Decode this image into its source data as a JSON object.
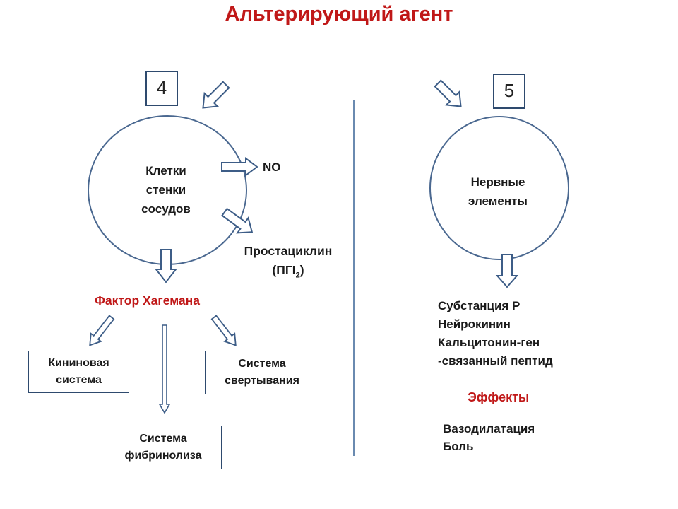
{
  "title": "Альтерирующий агент",
  "left": {
    "number": "4",
    "circle_lines": [
      "Клетки",
      "стенки",
      "сосудов"
    ],
    "no_label": "NO",
    "prostacyclin": "Простациклин",
    "pgi_open": "(ПГI",
    "pgi_sub": "2",
    "pgi_close": ")",
    "hageman": "Фактор Хагемана",
    "kinin_lines": [
      "Кининовая",
      "система"
    ],
    "coag_lines": [
      "Система",
      "свертывания"
    ],
    "fibrin_lines": [
      "Система",
      "фибринолиза"
    ]
  },
  "right": {
    "number": "5",
    "circle_lines": [
      "Нервные",
      "элементы"
    ],
    "mediators": [
      "Субстанция Р",
      "Нейрокинин",
      "Кальцитонин-ген",
      "-связанный пептид"
    ],
    "effects_title": "Эффекты",
    "effects": [
      "Вазодилатация",
      "Боль"
    ]
  },
  "colors": {
    "title": "#c01818",
    "outline": "#2e4a6e",
    "divider": "#6a8ab0"
  }
}
